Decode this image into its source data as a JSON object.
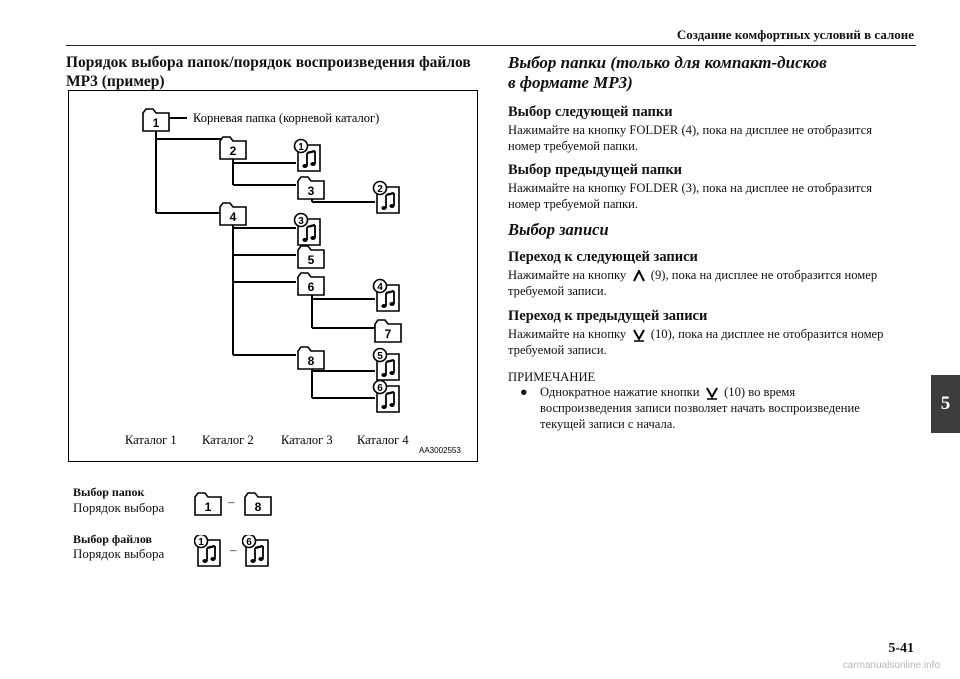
{
  "header": {
    "section_title": "Создание комфортных условий в салоне",
    "page_number": "5-41",
    "chapter_tab": "5"
  },
  "left": {
    "title": "Порядок выбора папок/порядок воспроизведения файлов MP3 (пример)",
    "diagram": {
      "root_label": "Корневая папка (корневой каталог)",
      "folders": [
        "1",
        "2",
        "3",
        "4",
        "5",
        "6",
        "7",
        "8"
      ],
      "tracks": [
        "1",
        "2",
        "3",
        "4",
        "5",
        "6"
      ],
      "levels": [
        "Каталог 1",
        "Каталог 2",
        "Каталог 3",
        "Каталог 4"
      ],
      "code": "AA3002553"
    },
    "folder_order": {
      "title": "Выбор папок",
      "subtitle": "Порядок выбора",
      "from": "1",
      "to": "8",
      "dash": "–"
    },
    "file_order": {
      "title": "Выбор файлов",
      "subtitle": "Порядок выбора",
      "from": "1",
      "to": "6",
      "dash": "–"
    }
  },
  "right": {
    "title_line1": "Выбор папки (только для компакт-дисков",
    "title_line2": "в формате MP3)",
    "next_folder": {
      "heading": "Выбор следующей папки",
      "line1": "Нажимайте на кнопку FOLDER (4), пока на дисплее не отобразится",
      "line2": "номер требуемой папки."
    },
    "prev_folder": {
      "heading": "Выбор предыдущей папки",
      "line1": "Нажимайте на кнопку FOLDER (3), пока на дисплее не отобразится",
      "line2": "номер требуемой папки."
    },
    "track_select": {
      "heading": "Выбор записи"
    },
    "next_track": {
      "heading": "Переход к следующей записи",
      "pre": "Нажимайте на кнопку",
      "post": "(9), пока на дисплее не отобразится номер",
      "line2": "требуемой записи."
    },
    "prev_track": {
      "heading": "Переход к предыдущей записи",
      "pre": "Нажимайте на кнопку",
      "post": "(10), пока на дисплее не отобразится номер",
      "line2": "требуемой записи."
    },
    "note": {
      "title": "ПРИМЕЧАНИЕ",
      "bullet": "●",
      "pre": "Однократное нажатие кнопки",
      "post": "(10) во время",
      "line2": "воспроизведения записи позволяет начать воспроизведение",
      "line3": "текущей записи с начала."
    }
  },
  "watermark": "carmanualsonline.info"
}
